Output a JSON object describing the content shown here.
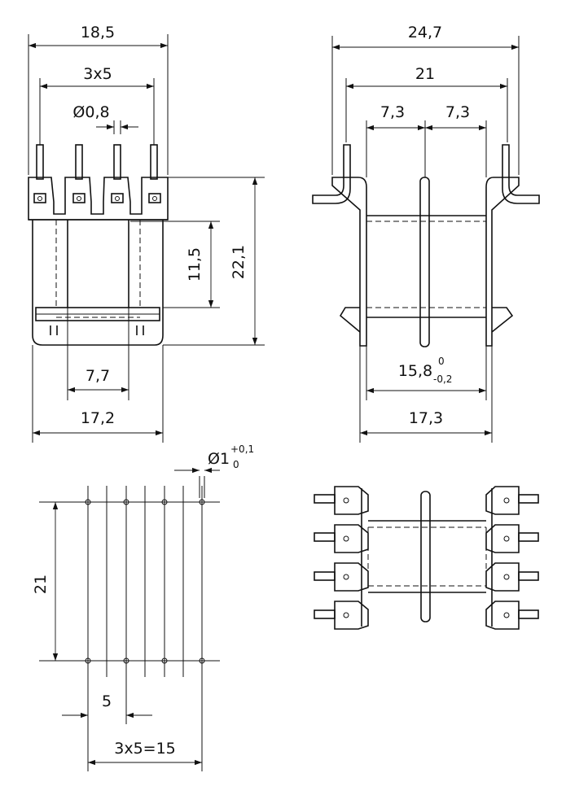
{
  "dimensions": {
    "front_width_top": "18,5",
    "pin_pitch": "3x5",
    "pin_diameter": "Ø0,8",
    "window_height": "11,5",
    "total_height": "22,1",
    "inner_width": "7,7",
    "base_width": "17,2",
    "side_total_width": "24,7",
    "side_pin_span": "21",
    "side_section_left": "7,3",
    "side_section_right": "7,3",
    "bobbin_length_value": "15,8",
    "bobbin_length_tol_upper": "0",
    "bobbin_length_tol_lower": "-0,2",
    "side_base_width": "17,3",
    "hole_diameter_value": "Ø1",
    "hole_tol_upper": "+0,1",
    "hole_tol_lower": "0",
    "grid_vertical": "21",
    "grid_pitch": "5",
    "grid_total": "3x5=15"
  }
}
